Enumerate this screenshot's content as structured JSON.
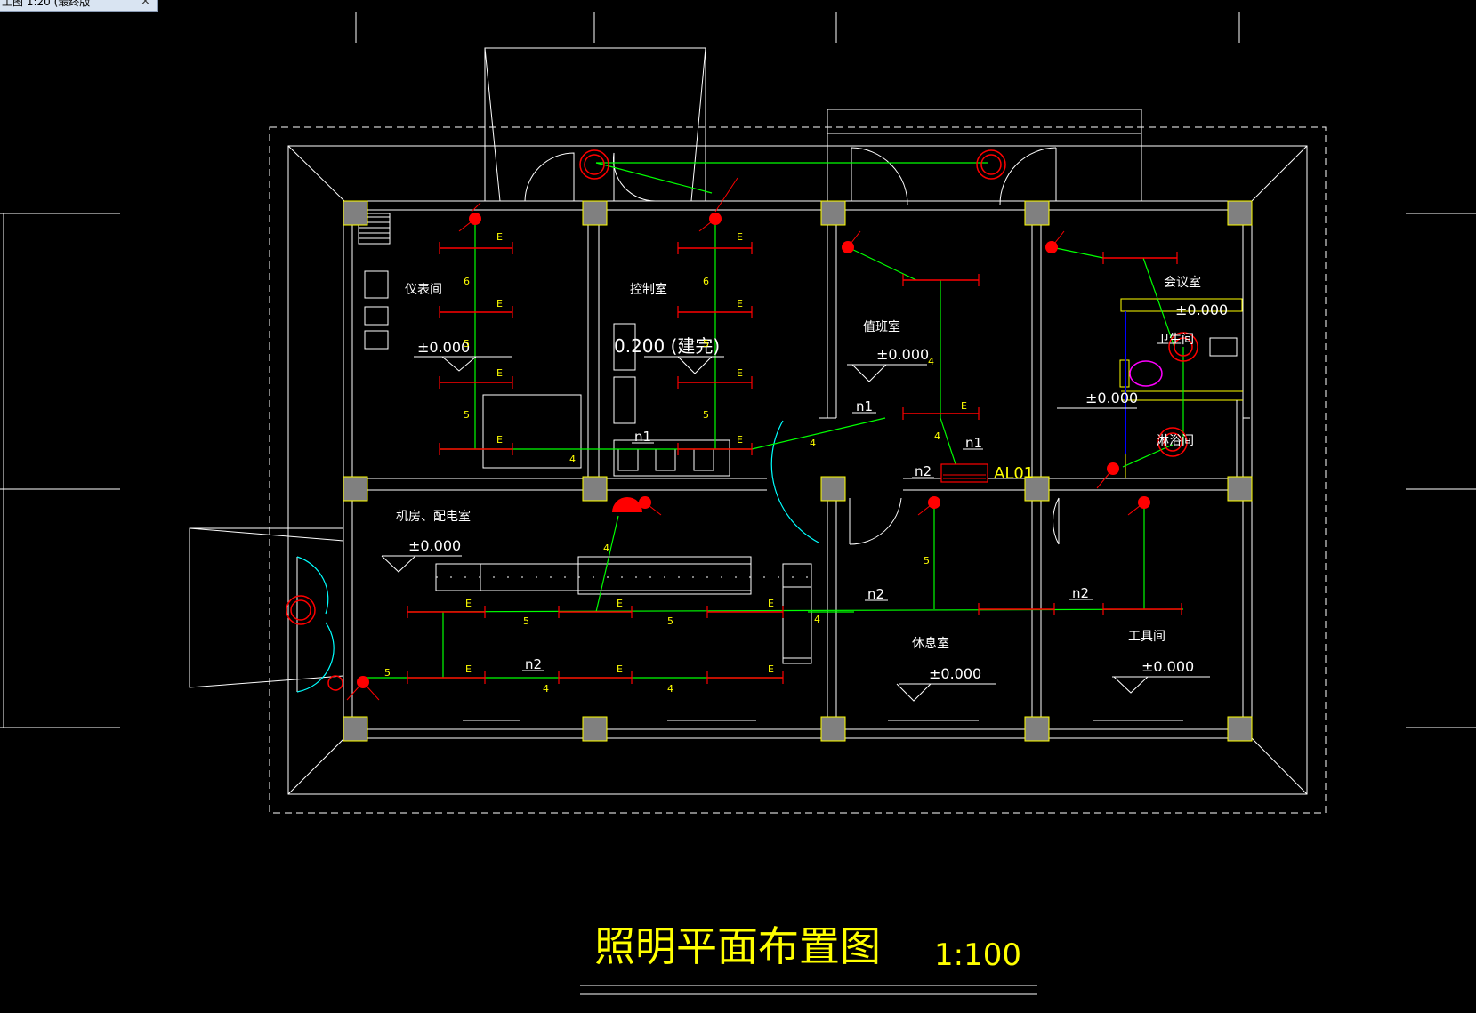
{
  "tab": {
    "label": "工图 1:20 (最终版",
    "close_glyph": "×"
  },
  "drawing": {
    "title": "照明平面布置图",
    "scale": "1:100"
  },
  "rooms": {
    "instrument": "仪表间",
    "control": "控制室",
    "duty": "值班室",
    "meeting": "会议室",
    "toilet": "卫生间",
    "shower": "淋浴间",
    "machine": "机房、配电室",
    "rest": "休息室",
    "tool": "工具间"
  },
  "elevations": {
    "instrument": "±0.000",
    "control": "0.200 (建完)",
    "duty": "±0.000",
    "meeting": "±0.000",
    "toilet": "±0.000",
    "machine": "±0.000",
    "rest": "±0.000",
    "tool": "±0.000"
  },
  "panel": {
    "label": "AL01"
  },
  "circuits": {
    "n1": "n1",
    "n2": "n2"
  },
  "fixture_mark": "E",
  "wire_counts": {
    "four": "4",
    "five": "5",
    "six": "6"
  },
  "colors": {
    "wall": "#ffffff",
    "column": "#808080",
    "wire": "#00ff00",
    "fixture": "#ff0000",
    "text": "#ffff00",
    "door_arc": "#00ffff",
    "bath": "#ff00ff",
    "divider": "#0000ff"
  }
}
